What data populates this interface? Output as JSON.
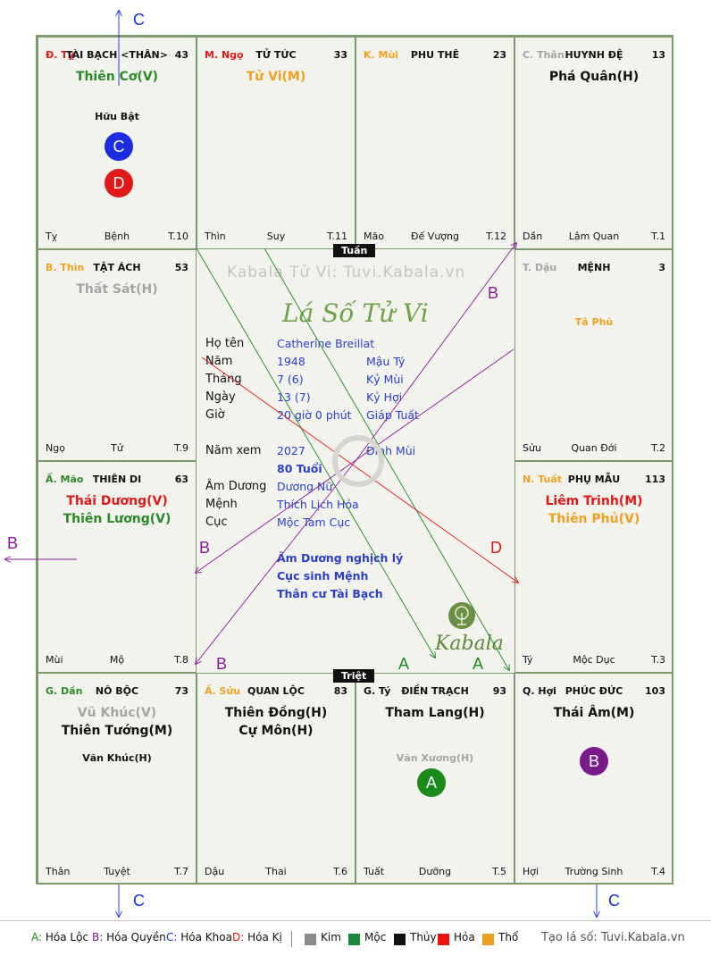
{
  "cells": [
    {
      "id": "ty",
      "can": "Đ. Tỵ",
      "can_color": "#e01818",
      "palace": "TÀI BẠCH <THÂN>",
      "number": "43",
      "stars": [
        {
          "text": "Thiên Cơ(V)",
          "color": "#2a8a2a"
        }
      ],
      "minor": [
        {
          "text": "Hữu Bật",
          "color": "#111"
        }
      ],
      "branch": "Tỵ",
      "state": "Bệnh",
      "month": "T.10"
    },
    {
      "id": "ngo",
      "can": "M. Ngọ",
      "can_color": "#e01818",
      "palace": "TỬ TỨC",
      "number": "33",
      "stars": [
        {
          "text": "Tử Vi(M)",
          "color": "#f0a020"
        }
      ],
      "minor": [],
      "branch": "Thìn",
      "state": "Suy",
      "month": "T.11"
    },
    {
      "id": "mui",
      "can": "K. Mùi",
      "can_color": "#f0a020",
      "palace": "PHU THÊ",
      "number": "23",
      "stars": [],
      "minor": [],
      "branch": "Mão",
      "state": "Đế Vượng",
      "month": "T.12"
    },
    {
      "id": "than",
      "can": "C. Thân",
      "can_color": "#a5a5a5",
      "palace": "HUYNH ĐỆ",
      "number": "13",
      "stars": [
        {
          "text": "Phá Quân(H)",
          "color": "#111"
        }
      ],
      "minor": [],
      "branch": "Dần",
      "state": "Lâm Quan",
      "month": "T.1"
    },
    {
      "id": "thin",
      "can": "B. Thìn",
      "can_color": "#f0a020",
      "palace": "TẬT ÁCH",
      "number": "53",
      "stars": [
        {
          "text": "Thất Sát(H)",
          "color": "#a5a5a5"
        }
      ],
      "minor": [],
      "branch": "Ngọ",
      "state": "Tử",
      "month": "T.9"
    },
    {
      "id": "dau",
      "can": "T. Dậu",
      "can_color": "#a5a5a5",
      "palace": "MỆNH",
      "number": "3",
      "stars": [],
      "minor": [
        {
          "text": "Tả Phù",
          "color": "#f0a020"
        }
      ],
      "branch": "Sửu",
      "state": "Quan Đới",
      "month": "T.2"
    },
    {
      "id": "mao",
      "can": "Ấ. Mão",
      "can_color": "#2a8a2a",
      "palace": "THIÊN DI",
      "number": "63",
      "stars": [
        {
          "text": "Thái Dương(V)",
          "color": "#e01818"
        },
        {
          "text": "Thiên Lương(V)",
          "color": "#2a8a2a"
        }
      ],
      "minor": [],
      "branch": "Mùi",
      "state": "Mộ",
      "month": "T.8"
    },
    {
      "id": "tuat",
      "can": "N. Tuất",
      "can_color": "#f0a020",
      "palace": "PHỤ MẪU",
      "number": "113",
      "stars": [
        {
          "text": "Liêm Trinh(M)",
          "color": "#e01818"
        },
        {
          "text": "Thiên Phủ(V)",
          "color": "#f0a020"
        }
      ],
      "minor": [],
      "branch": "Tý",
      "state": "Mộc Dục",
      "month": "T.3"
    },
    {
      "id": "dan",
      "can": "G. Dần",
      "can_color": "#2a8a2a",
      "palace": "NÔ BỘC",
      "number": "73",
      "stars": [
        {
          "text": "Vũ Khúc(V)",
          "color": "#a5a5a5"
        },
        {
          "text": "Thiên Tướng(M)",
          "color": "#111"
        }
      ],
      "minor": [
        {
          "text": "Văn Khúc(H)",
          "color": "#111"
        }
      ],
      "branch": "Thân",
      "state": "Tuyệt",
      "month": "T.7"
    },
    {
      "id": "suu",
      "can": "Ấ. Sửu",
      "can_color": "#f0a020",
      "palace": "QUAN LỘC",
      "number": "83",
      "stars": [
        {
          "text": "Thiên Đồng(H)",
          "color": "#111"
        },
        {
          "text": "Cự Môn(H)",
          "color": "#111"
        }
      ],
      "minor": [],
      "branch": "Dậu",
      "state": "Thai",
      "month": "T.6"
    },
    {
      "id": "tycell",
      "can": "G. Tý",
      "can_color": "#111",
      "palace": "ĐIỀN TRẠCH",
      "number": "93",
      "stars": [
        {
          "text": "Tham Lang(H)",
          "color": "#111"
        }
      ],
      "minor": [
        {
          "text": "Văn Xương(H)",
          "color": "#a5a5a5"
        }
      ],
      "branch": "Tuất",
      "state": "Dưỡng",
      "month": "T.5"
    },
    {
      "id": "hoi",
      "can": "Q. Hợi",
      "can_color": "#111",
      "palace": "PHÚC ĐỨC",
      "number": "103",
      "stars": [
        {
          "text": "Thái Âm(M)",
          "color": "#111"
        }
      ],
      "minor": [],
      "branch": "Hợi",
      "state": "Trường Sinh",
      "month": "T.4"
    }
  ],
  "badges": [
    {
      "cell": "ty",
      "letter": "C",
      "color": "#1a2de0"
    },
    {
      "cell": "ty",
      "letter": "D",
      "color": "#e01818"
    },
    {
      "cell": "tycell",
      "letter": "A",
      "color": "#1a8a1a"
    },
    {
      "cell": "hoi",
      "letter": "B",
      "color": "#7a1a8a"
    }
  ],
  "tags": {
    "tuan": "Tuần",
    "triet": "Triệt"
  },
  "center": {
    "watermark": "Kabala Tử Vi: Tuvi.Kabala.vn",
    "title": "Lá Số Tử Vi",
    "rows": [
      {
        "label": "Họ tên",
        "v1": "Catherine Breillat",
        "v2": ""
      },
      {
        "label": "Năm",
        "v1": "1948",
        "v2": "Mậu Tý"
      },
      {
        "label": "Tháng",
        "v1": "7  (6)",
        "v2": "Kỷ Mùi"
      },
      {
        "label": "Ngày",
        "v1": "13  (7)",
        "v2": "Kỷ Hợi"
      },
      {
        "label": "Giờ",
        "v1": "20 giờ 0 phút",
        "v2": "Giáp Tuất"
      },
      {
        "label": "Năm xem",
        "v1": "2027",
        "v2": "Đinh Mùi"
      },
      {
        "label": "",
        "v1": "80 Tuổi",
        "v2": ""
      },
      {
        "label": "Âm Dương",
        "v1": "Dương Nữ",
        "v2": ""
      },
      {
        "label": "Mệnh",
        "v1": "Thích Lịch Hỏa",
        "v2": ""
      },
      {
        "label": "Cục",
        "v1": "Mộc Tam Cục",
        "v2": ""
      }
    ],
    "notes": [
      "Âm Dương nghịch lý",
      "Cục sinh Mệnh",
      "Thân cư Tài Bạch"
    ],
    "logo": "Kabala"
  },
  "arrow_labels": {
    "c": "C",
    "b": "B",
    "d": "D",
    "a": "A"
  },
  "legend": {
    "mutagens": [
      {
        "key": "A:",
        "text": " Hóa Lộc",
        "color": "#1a8a1a"
      },
      {
        "key": "B:",
        "text": " Hóa Quyền",
        "color": "#7a1a8a"
      },
      {
        "key": "C:",
        "text": " Hóa Khoa",
        "color": "#1a2de0"
      },
      {
        "key": "D:",
        "text": " Hóa Kị",
        "color": "#e01818"
      }
    ],
    "elements": [
      {
        "name": "Kim",
        "color": "#8c8c8c"
      },
      {
        "name": "Mộc",
        "color": "#1a8a3a"
      },
      {
        "name": "Thủy",
        "color": "#111111"
      },
      {
        "name": "Hỏa",
        "color": "#ee1111"
      },
      {
        "name": "Thổ",
        "color": "#f0a020"
      }
    ],
    "site": "Tạo lá số: Tuvi.Kabala.vn"
  }
}
